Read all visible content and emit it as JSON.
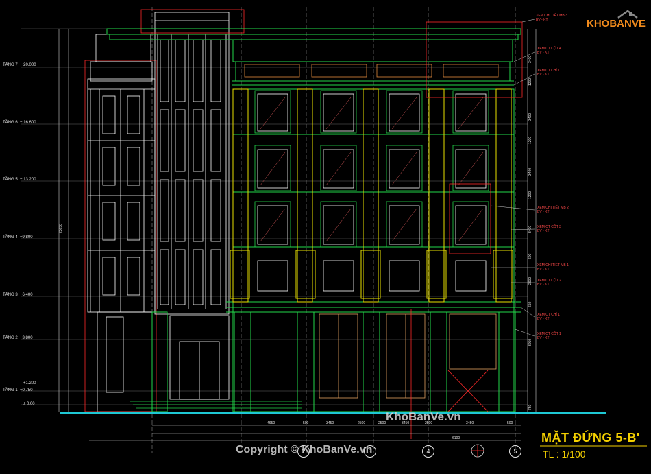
{
  "drawing": {
    "title": "MẶT ĐỨNG 5-B'",
    "scale": "TL : 1/100",
    "copyright": "Copyright © KhoBanVe.vn",
    "watermark_mid": "KhoBanVe.vn",
    "logo_text": "KHOBANVE"
  },
  "levels": [
    {
      "label": "TẦNG 7",
      "value": "+ 20.000"
    },
    {
      "label": "TẦNG 6",
      "value": "+ 16.600"
    },
    {
      "label": "TẦNG 5",
      "value": "+ 13.200"
    },
    {
      "label": "TẦNG 4",
      "value": "+9.800"
    },
    {
      "label": "TẦNG 3",
      "value": "+6.400"
    },
    {
      "label": "TẦNG 2",
      "value": "+3.800"
    },
    {
      "label": "TẦNG 1",
      "value": "+0.750"
    },
    {
      "label": "",
      "value": "+1.200"
    },
    {
      "label": "",
      "value": "± 0.00"
    }
  ],
  "callouts": [
    {
      "line1": "XEM CHI TIẾT MB 3",
      "line2": "BV - KT"
    },
    {
      "line1": "XEM CT CỘT 4",
      "line2": "BV - KT"
    },
    {
      "line1": "XEM CT CHỈ 1",
      "line2": "BV - KT"
    },
    {
      "line1": "XEM CHI TIẾT MB 2",
      "line2": "BV - KT"
    },
    {
      "line1": "XEM CT CỘT 3",
      "line2": "BV - KT"
    },
    {
      "line1": "XEM CHI TIẾT MB 1",
      "line2": "BV - KT"
    },
    {
      "line1": "XEM CT CỘT 2",
      "line2": "BV - KT"
    },
    {
      "line1": "XEM CT CHỈ 1",
      "line2": "BV - KT"
    },
    {
      "line1": "XEM CT CỘT 1",
      "line2": "BV - KT"
    }
  ],
  "dims_right": [
    "3400",
    "1200",
    "3400",
    "1200",
    "3400",
    "1200",
    "3400",
    "600",
    "2600",
    "650",
    "3050",
    "750"
  ],
  "dims_left_total": "23650",
  "dims_bottom": [
    "4650",
    "500",
    "3450",
    "2500",
    "2500",
    "3450",
    "2500",
    "3450",
    "500",
    "6100"
  ],
  "axis_bubbles": [
    "2",
    "3",
    "4",
    "5"
  ],
  "colors": {
    "background": "#000000",
    "facade_green": "#22d94a",
    "column_yellow": "#e8e000",
    "window_white": "#ffffff",
    "frame_red": "#ff2a2a",
    "ground_cyan": "#1ec8d4",
    "title_yellow": "#f4d000"
  }
}
